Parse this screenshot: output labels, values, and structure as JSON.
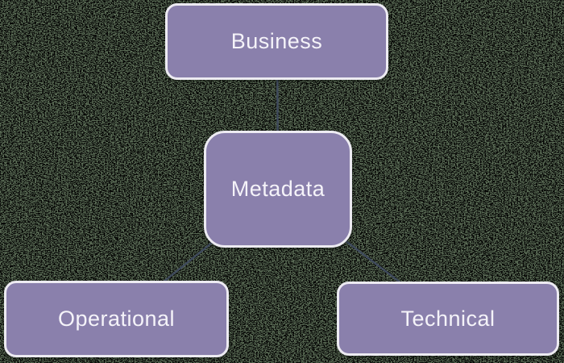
{
  "diagram": {
    "type": "hierarchy",
    "background": {
      "base_color": "#5A6B55",
      "speckle_color": "#000000"
    },
    "colors": {
      "node_fill": "#8A80AC",
      "node_border": "#EDEBF2",
      "node_text": "#F5F3F9",
      "connector": "#3F4A5C"
    },
    "nodes": [
      {
        "id": "business",
        "label": "Business"
      },
      {
        "id": "metadata",
        "label": "Metadata"
      },
      {
        "id": "operational",
        "label": "Operational"
      },
      {
        "id": "technical",
        "label": "Technical"
      }
    ],
    "edges": [
      {
        "from": "business",
        "to": "metadata"
      },
      {
        "from": "metadata",
        "to": "operational"
      },
      {
        "from": "metadata",
        "to": "technical"
      }
    ]
  }
}
